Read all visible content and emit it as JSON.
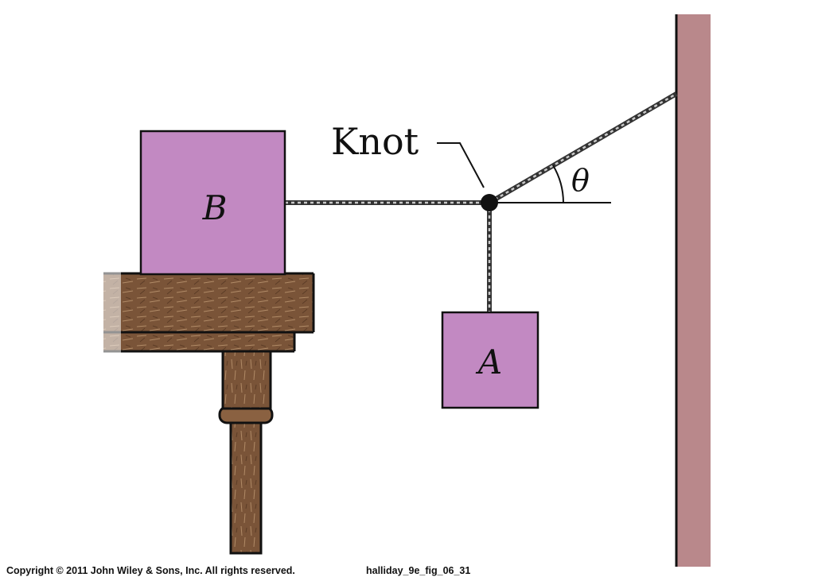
{
  "labels": {
    "block_b": "B",
    "block_a": "A",
    "knot": "Knot",
    "angle": "θ"
  },
  "footer": {
    "copyright": "Copyright © 2011 John Wiley & Sons, Inc. All rights reserved.",
    "figure_id": "halliday_9e_fig_06_31"
  },
  "colors": {
    "block": "#c289c2",
    "wall": "#b9888b",
    "wood": "#7a5438",
    "rope": "#555555"
  }
}
